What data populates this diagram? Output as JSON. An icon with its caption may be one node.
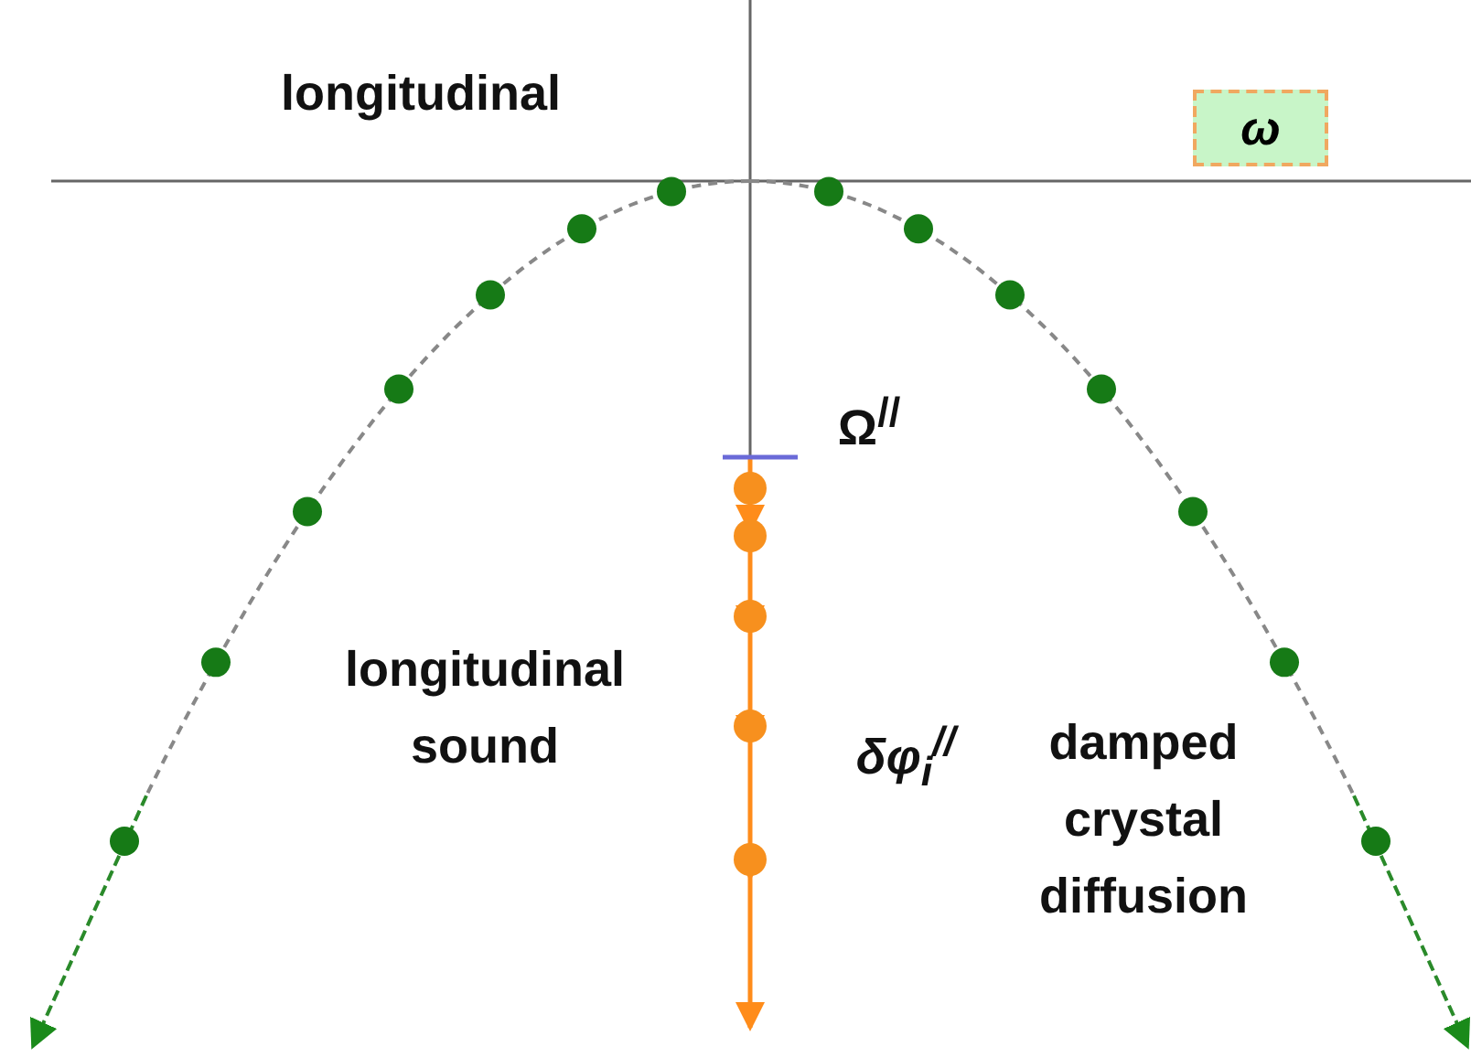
{
  "diagram": {
    "nodes": [
      {
        "text": [
          "ω"
        ]
      }
    ],
    "labels": [
      "longitudinal",
      "Ω$^{//}$",
      "longitudinal sound",
      "δφ$_{i}$$^{//}$",
      "damped crystal diffusion"
    ]
  }
}
